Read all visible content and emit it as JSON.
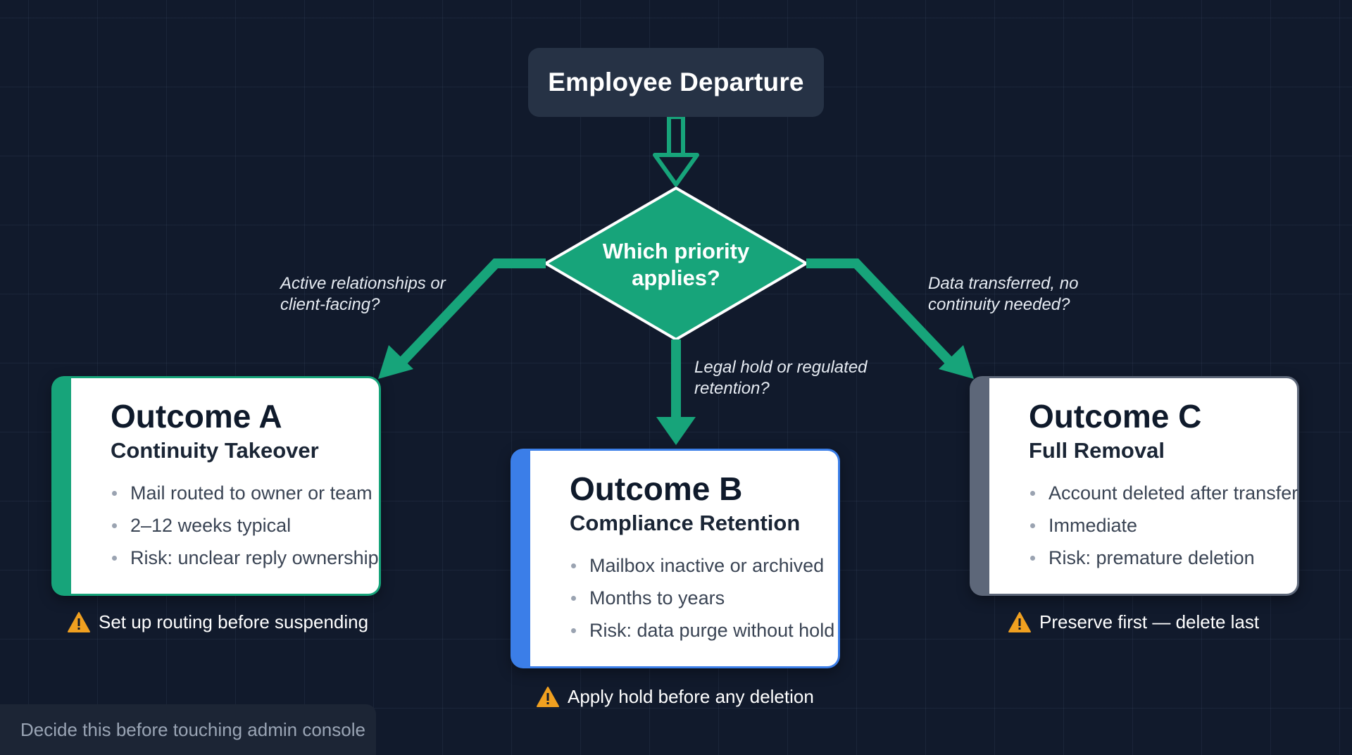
{
  "start": {
    "label": "Employee Departure"
  },
  "decision": {
    "label": "Which priority applies?"
  },
  "branches": {
    "left": {
      "label": "Active relationships or client-facing?"
    },
    "middle": {
      "label": "Legal hold or regulated retention?"
    },
    "right": {
      "label": "Data transferred, no continuity needed?"
    }
  },
  "outcomes": {
    "a": {
      "title": "Outcome A",
      "subtitle": "Continuity Takeover",
      "items": [
        "Mail routed to owner or team",
        "2–12 weeks typical",
        "Risk: unclear reply ownership"
      ],
      "warning": "Set up routing before suspending",
      "color": "#17a47a"
    },
    "b": {
      "title": "Outcome B",
      "subtitle": "Compliance Retention",
      "items": [
        "Mailbox inactive or archived",
        "Months to years",
        "Risk: data purge without hold"
      ],
      "warning": "Apply hold before any deletion",
      "color": "#3b7ee8"
    },
    "c": {
      "title": "Outcome C",
      "subtitle": "Full Removal",
      "items": [
        "Account deleted after transfer",
        "Immediate",
        "Risk: premature deletion"
      ],
      "warning": "Preserve first — delete last",
      "color": "#5d6779"
    }
  },
  "footer": {
    "note": "Decide this before touching admin console"
  },
  "colors": {
    "background": "#111a2c",
    "flow": "#17a47a",
    "warning": "#f0a020"
  }
}
